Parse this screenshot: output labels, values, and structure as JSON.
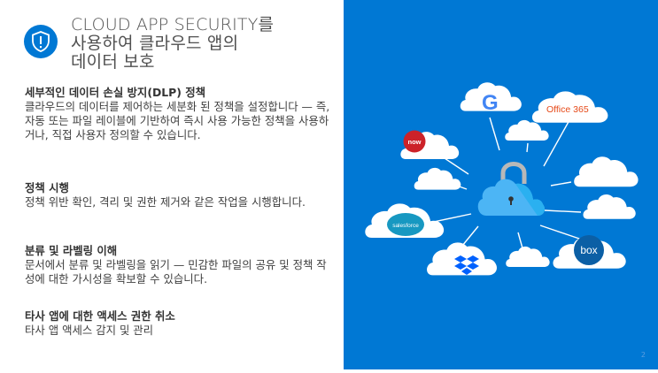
{
  "header": {
    "icon": "shield-alert-icon",
    "title_line1": "CLOUD APP SECURITY를",
    "title_line2": "사용하여 클라우드 앱의",
    "title_line3": "데이터 보호"
  },
  "sections": [
    {
      "heading": "세부적인 데이터 손실 방지(DLP) 정책",
      "body": "클라우드의 데이터를 제어하는 세분화 된 정책을 설정합니다 — 즉, 자동 또는 파일 레이블에 기반하여 즉시 사용 가능한 정책을 사용하거나, 직접 사용자 정의할 수 있습니다."
    },
    {
      "heading": "정책 시행",
      "body": "정책 위반 확인, 격리 및 권한 제거와 같은 작업을 시행합니다."
    },
    {
      "heading": "분류 및 라벨링 이해",
      "body": "문서에서 분류 및 라벨링을 읽기 — 민감한 파일의 공유 및 정책 작성에 대한 가시성을 확보할 수 있습니다."
    },
    {
      "heading": "타사 앱에 대한 액세스 권한 취소",
      "body": "타사 앱 액세스 감지 및 관리"
    }
  ],
  "illustration": {
    "background": "#0078d4",
    "center": "cloud-lock-icon",
    "apps": {
      "google": "G",
      "office": "Office 365",
      "now": "now",
      "salesforce": "salesforce",
      "dropbox": "dropbox-icon",
      "box": "box"
    }
  },
  "footer": {
    "page_number": "2"
  }
}
